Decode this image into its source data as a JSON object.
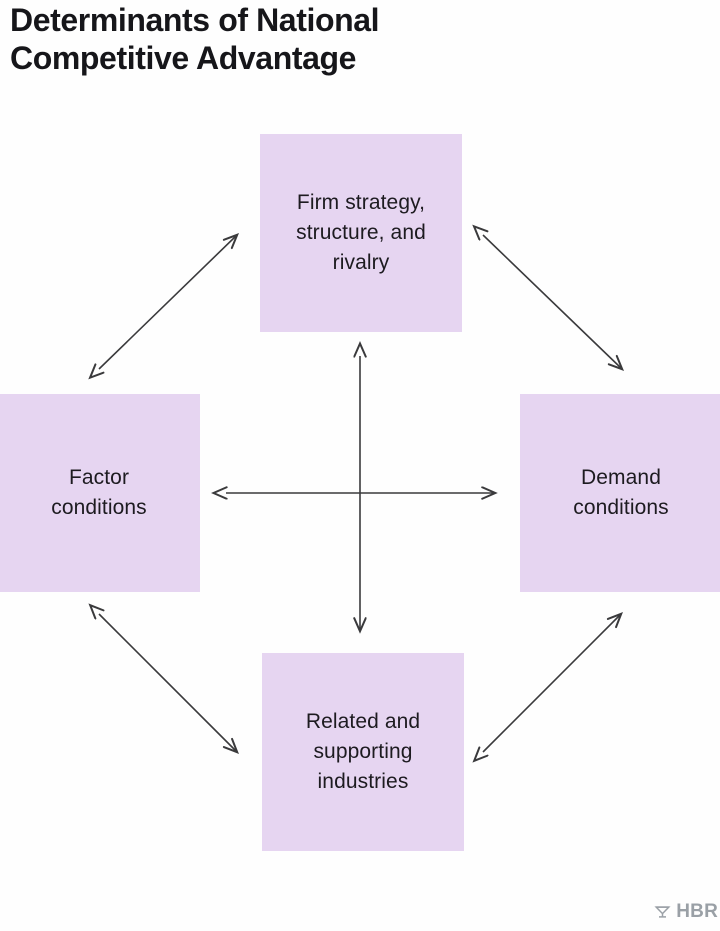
{
  "page": {
    "title_lines": [
      "Determinants of National",
      "Competitive Advantage"
    ],
    "background_color": "#fefefe"
  },
  "diagram": {
    "type": "porter-diamond",
    "box_fill_color": "#e6d5f1",
    "text_color": "#1d1b20",
    "arrow_color": "#3a3a3c",
    "nodes": [
      {
        "id": "firm-strategy",
        "position": "top",
        "lines": [
          "Firm strategy,",
          "structure, and",
          "rivalry"
        ],
        "text": "Firm strategy, structure, and rivalry"
      },
      {
        "id": "factor-conditions",
        "position": "left",
        "lines": [
          "Factor",
          "conditions"
        ],
        "text": "Factor conditions"
      },
      {
        "id": "demand-conditions",
        "position": "right",
        "lines": [
          "Demand",
          "conditions"
        ],
        "text": "Demand conditions"
      },
      {
        "id": "related-supporting-industries",
        "position": "bottom",
        "lines": [
          "Related and",
          "supporting",
          "industries"
        ],
        "text": "Related and supporting industries"
      }
    ],
    "connectors": [
      {
        "id": "vertical-center",
        "style": "double-headed",
        "from": "firm-strategy",
        "to": "related-supporting-industries"
      },
      {
        "id": "horizontal-center",
        "style": "double-headed",
        "from": "factor-conditions",
        "to": "demand-conditions"
      },
      {
        "id": "diagonal-top-left",
        "style": "double-headed",
        "from": "factor-conditions",
        "to": "firm-strategy"
      },
      {
        "id": "diagonal-top-right",
        "style": "double-headed",
        "from": "firm-strategy",
        "to": "demand-conditions"
      },
      {
        "id": "diagonal-bottom-left",
        "style": "double-headed",
        "from": "factor-conditions",
        "to": "related-supporting-industries"
      },
      {
        "id": "diagonal-bottom-right",
        "style": "double-headed",
        "from": "related-supporting-industries",
        "to": "demand-conditions"
      }
    ]
  },
  "branding": {
    "logo_mark": "hbr-chalice-icon",
    "logo_text": "HBR",
    "logo_color": "#9aa0a6"
  }
}
